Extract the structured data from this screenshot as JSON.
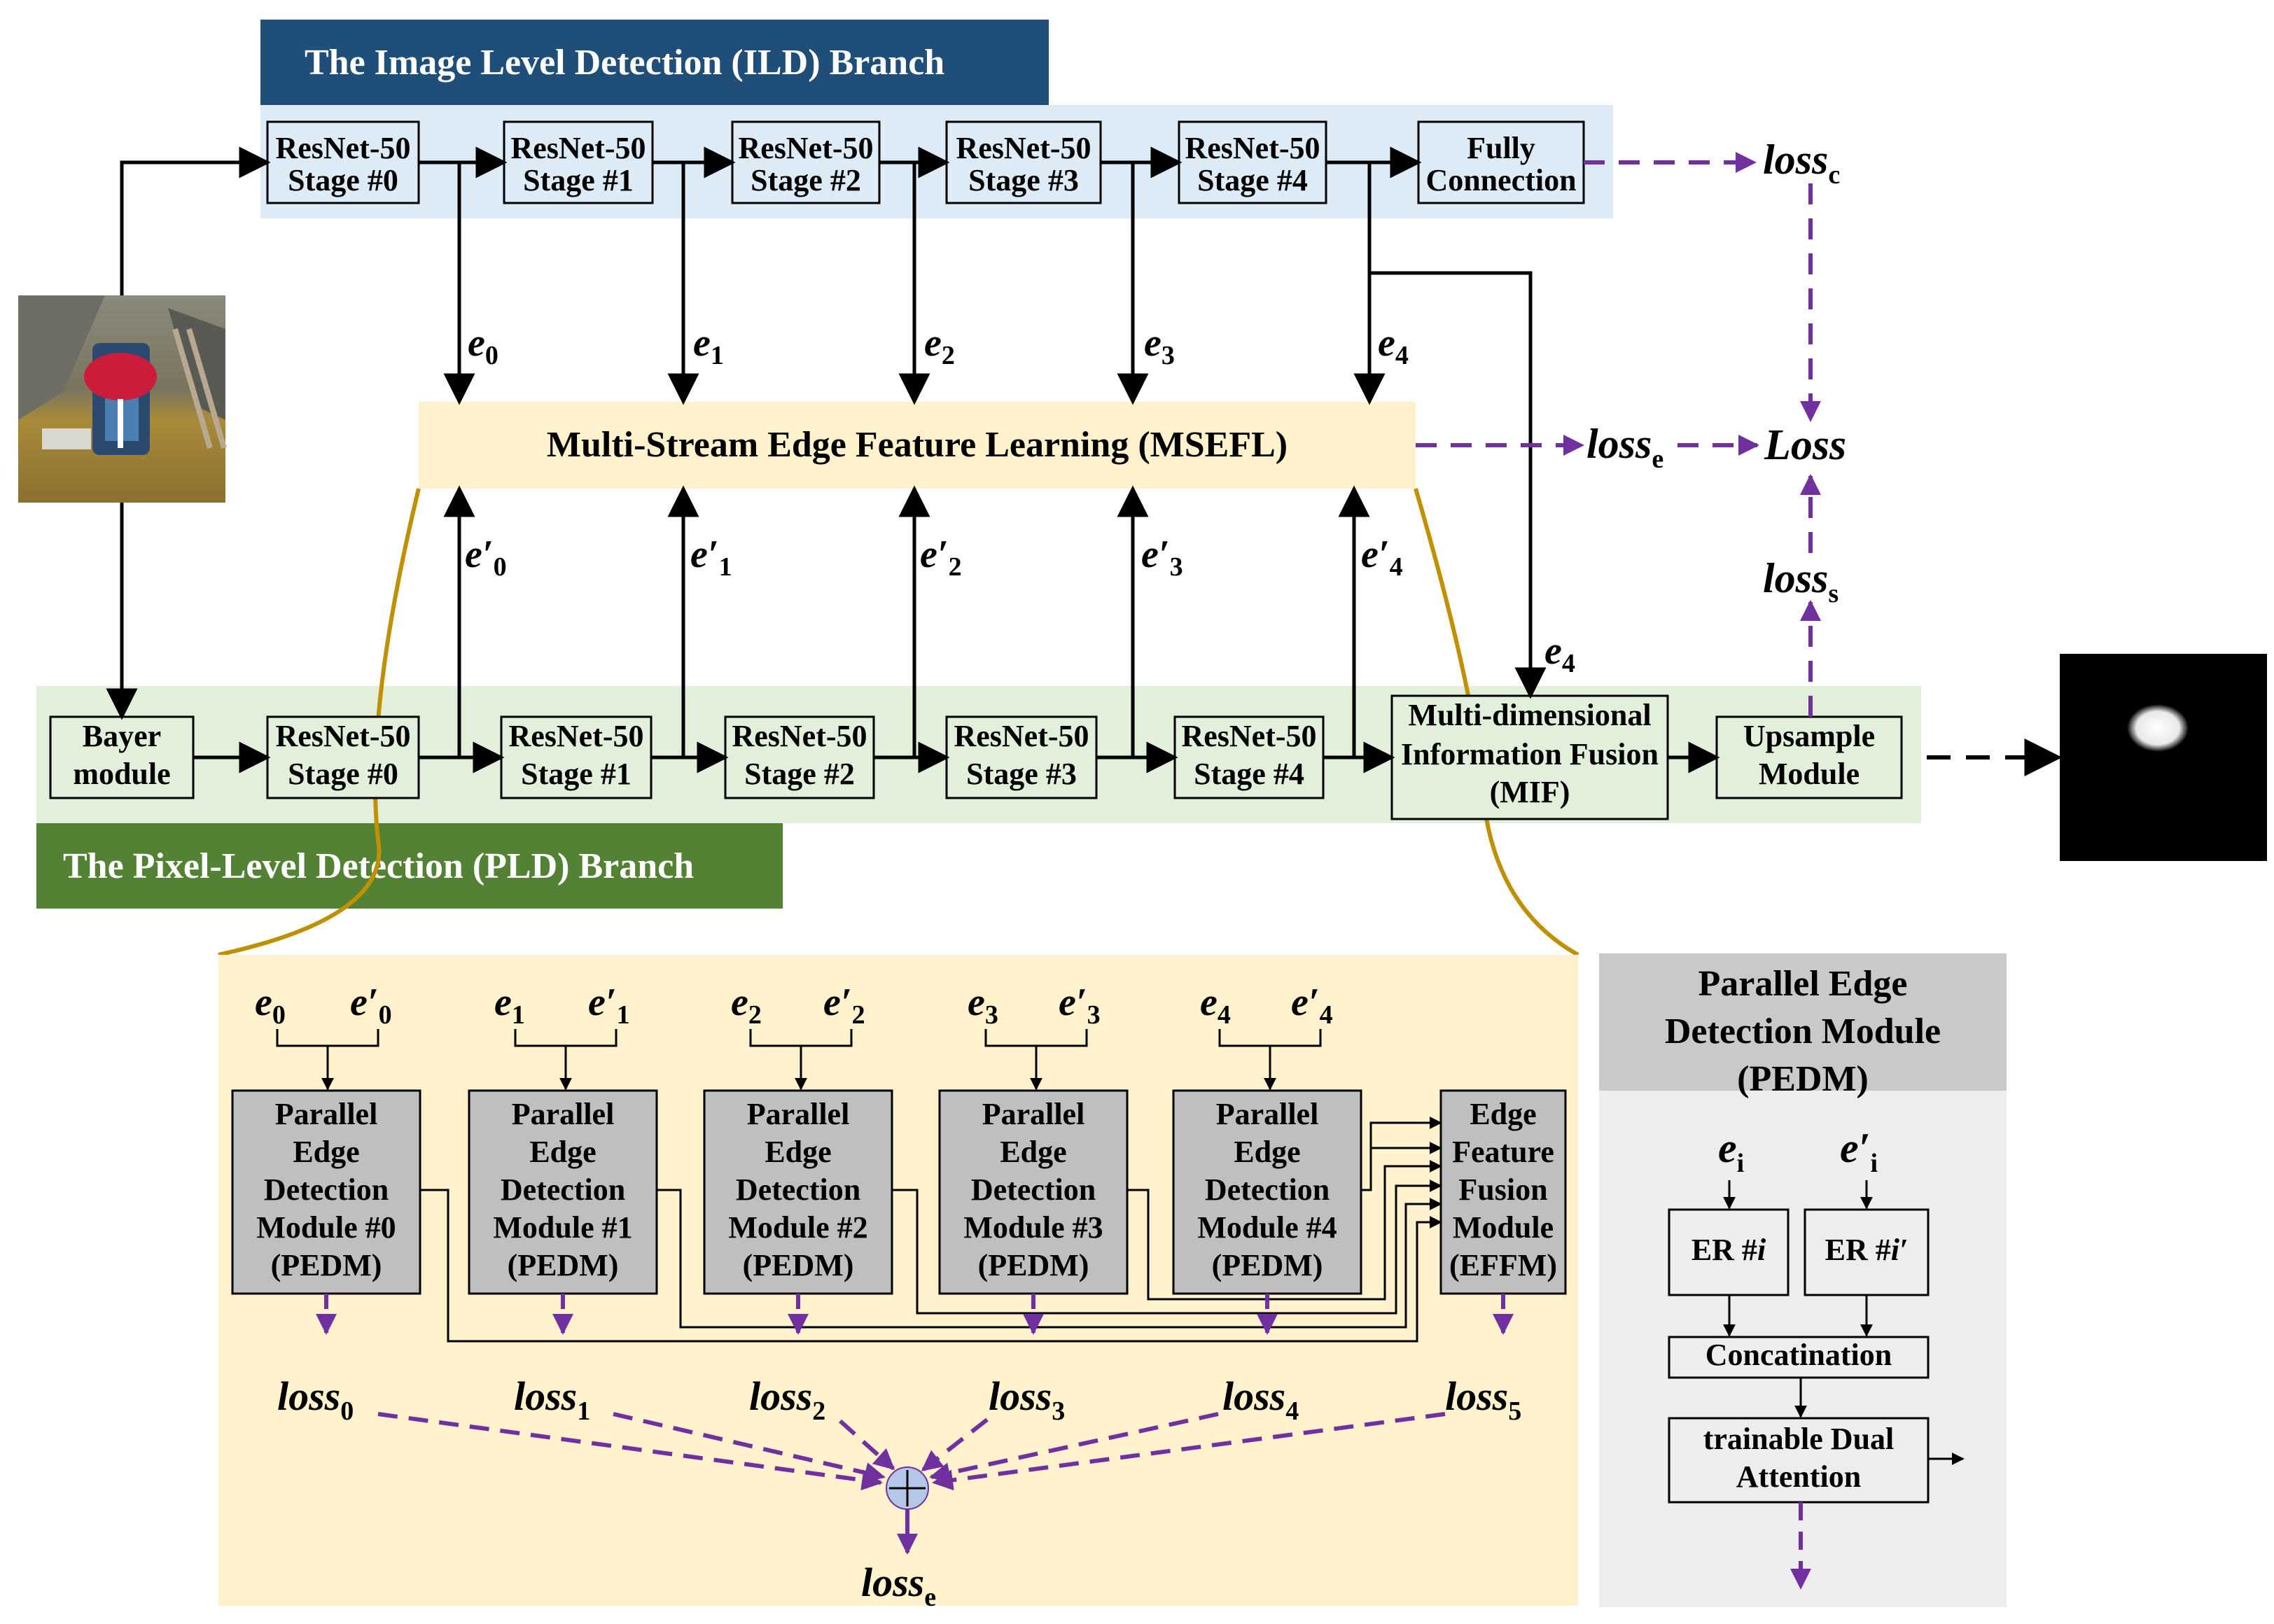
{
  "colors": {
    "ild_banner": "#1F4E79",
    "ild_band": "#DDEBF7",
    "pld_banner": "#548235",
    "pld_band": "#E2EFDA",
    "msefl_fill": "#FFF2CC",
    "pedm_fill": "#BFBFBF",
    "pedm_panel": "#EDEDED",
    "pedm_header": "#C9C9C9",
    "loss_arrow": "#7030A0",
    "gold_curve": "#BF9000"
  },
  "ild": {
    "title": "The Image Level Detection (ILD) Branch",
    "stages": [
      {
        "line1": "ResNet-50",
        "line2": "Stage #0"
      },
      {
        "line1": "ResNet-50",
        "line2": "Stage #1"
      },
      {
        "line1": "ResNet-50",
        "line2": "Stage #2"
      },
      {
        "line1": "ResNet-50",
        "line2": "Stage #3"
      },
      {
        "line1": "ResNet-50",
        "line2": "Stage #4"
      }
    ],
    "fc": {
      "line1": "Fully",
      "line2": "Connection"
    }
  },
  "pld": {
    "title": "The Pixel-Level Detection (PLD) Branch",
    "bayer": {
      "line1": "Bayer",
      "line2": "module"
    },
    "stages": [
      {
        "line1": "ResNet-50",
        "line2": "Stage #0"
      },
      {
        "line1": "ResNet-50",
        "line2": "Stage #1"
      },
      {
        "line1": "ResNet-50",
        "line2": "Stage #2"
      },
      {
        "line1": "ResNet-50",
        "line2": "Stage #3"
      },
      {
        "line1": "ResNet-50",
        "line2": "Stage #4"
      }
    ],
    "mif": {
      "line1": "Multi-dimensional",
      "line2": "Information Fusion",
      "line3": "(MIF)"
    },
    "upsample": {
      "line1": "Upsample",
      "line2": "Module"
    }
  },
  "msefl": {
    "label": "Multi-Stream Edge Feature Learning (MSEFL)"
  },
  "edge_vars": {
    "e": [
      {
        "base": "e",
        "sub": "0"
      },
      {
        "base": "e",
        "sub": "1"
      },
      {
        "base": "e",
        "sub": "2"
      },
      {
        "base": "e",
        "sub": "3"
      },
      {
        "base": "e",
        "sub": "4"
      }
    ],
    "e_prime": [
      {
        "base": "e′",
        "sub": "0"
      },
      {
        "base": "e′",
        "sub": "1"
      },
      {
        "base": "e′",
        "sub": "2"
      },
      {
        "base": "e′",
        "sub": "3"
      },
      {
        "base": "e′",
        "sub": "4"
      }
    ],
    "e4_mif": {
      "base": "e",
      "sub": "4"
    }
  },
  "losses": {
    "loss_c": {
      "base": "loss",
      "sub": "c"
    },
    "loss_e": {
      "base": "loss",
      "sub": "e"
    },
    "loss_s": {
      "base": "loss",
      "sub": "s"
    },
    "total": "Loss",
    "pedm_losses": [
      {
        "base": "loss",
        "sub": "0"
      },
      {
        "base": "loss",
        "sub": "1"
      },
      {
        "base": "loss",
        "sub": "2"
      },
      {
        "base": "loss",
        "sub": "3"
      },
      {
        "base": "loss",
        "sub": "4"
      },
      {
        "base": "loss",
        "sub": "5"
      }
    ],
    "loss_e_bottom": {
      "base": "loss",
      "sub": "e"
    }
  },
  "msefl_detail": {
    "pedm_modules": [
      {
        "l1": "Parallel",
        "l2": "Edge",
        "l3": "Detection",
        "l4": "Module #0",
        "l5": "(PEDM)"
      },
      {
        "l1": "Parallel",
        "l2": "Edge",
        "l3": "Detection",
        "l4": "Module #1",
        "l5": "(PEDM)"
      },
      {
        "l1": "Parallel",
        "l2": "Edge",
        "l3": "Detection",
        "l4": "Module #2",
        "l5": "(PEDM)"
      },
      {
        "l1": "Parallel",
        "l2": "Edge",
        "l3": "Detection",
        "l4": "Module #3",
        "l5": "(PEDM)"
      },
      {
        "l1": "Parallel",
        "l2": "Edge",
        "l3": "Detection",
        "l4": "Module #4",
        "l5": "(PEDM)"
      }
    ],
    "effm": {
      "l1": "Edge",
      "l2": "Feature",
      "l3": "Fusion",
      "l4": "Module",
      "l5": "(EFFM)"
    },
    "inputs": [
      {
        "a": {
          "base": "e",
          "sub": "0"
        },
        "b": {
          "base": "e′",
          "sub": "0"
        }
      },
      {
        "a": {
          "base": "e",
          "sub": "1"
        },
        "b": {
          "base": "e′",
          "sub": "1"
        }
      },
      {
        "a": {
          "base": "e",
          "sub": "2"
        },
        "b": {
          "base": "e′",
          "sub": "2"
        }
      },
      {
        "a": {
          "base": "e",
          "sub": "3"
        },
        "b": {
          "base": "e′",
          "sub": "3"
        }
      },
      {
        "a": {
          "base": "e",
          "sub": "4"
        },
        "b": {
          "base": "e′",
          "sub": "4"
        }
      }
    ]
  },
  "pedm_detail": {
    "title_line1": "Parallel Edge",
    "title_line2": "Detection Module",
    "title_line3": "(PEDM)",
    "input_a": {
      "base": "e",
      "sub": "i"
    },
    "input_b": {
      "base": "e′",
      "sub": "i"
    },
    "er_a": {
      "base": "ER #",
      "sub": "i"
    },
    "er_b": {
      "base": "ER #",
      "sub": "i′"
    },
    "concat": "Concatination",
    "attention_line1": "trainable Dual",
    "attention_line2": "Attention"
  }
}
